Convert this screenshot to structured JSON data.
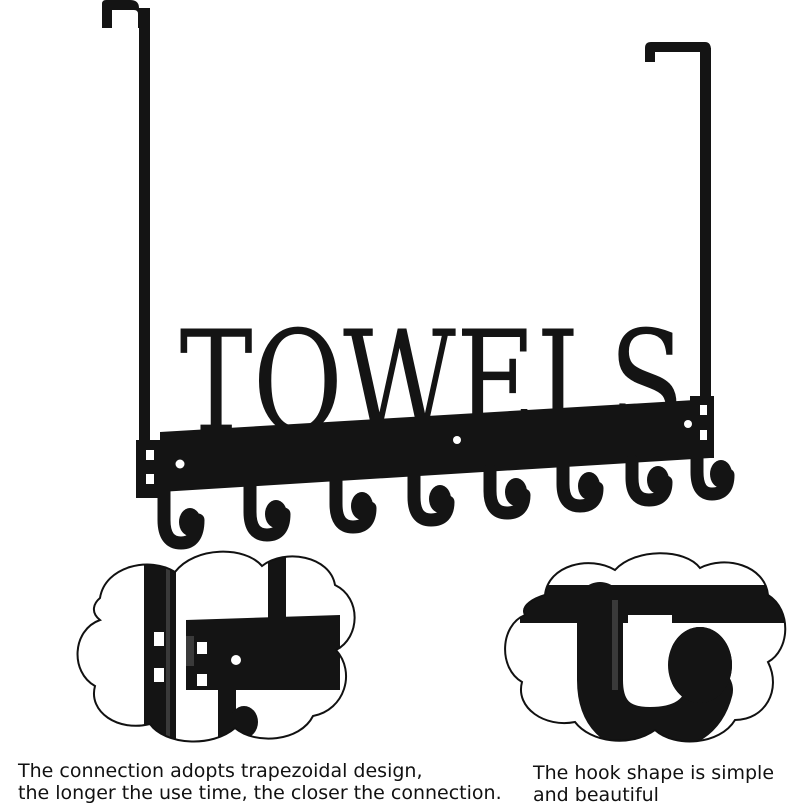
{
  "product": {
    "sign_text": "TOWELS",
    "hook_count": 8,
    "metal_color": "#141414",
    "highlight_color": "#3a3a3a"
  },
  "captions": {
    "left": {
      "line1": "The connection adopts trapezoidal design,",
      "line2": "the longer the use time, the closer the connection."
    },
    "right": {
      "line1": "The hook shape is simple",
      "line2": "and beautiful"
    }
  }
}
